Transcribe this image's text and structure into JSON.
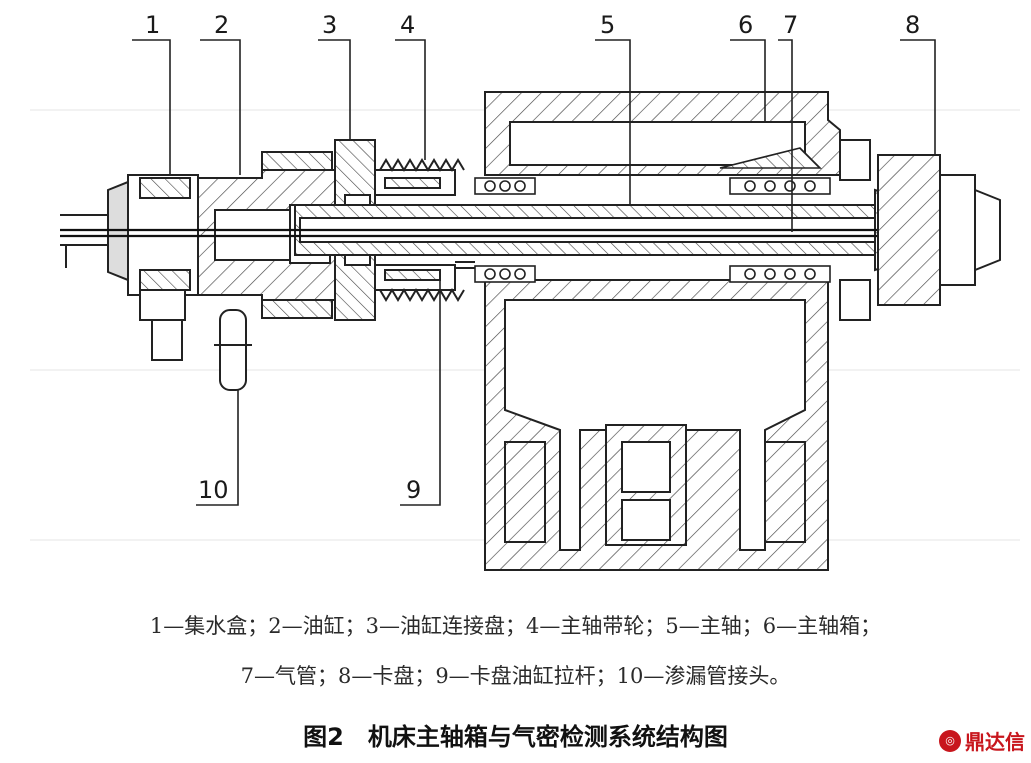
{
  "figure": {
    "callouts": [
      "1",
      "2",
      "3",
      "4",
      "5",
      "6",
      "7",
      "8",
      "9",
      "10"
    ],
    "legend_line_1": "1—集水盒；2—油缸；3—油缸连接盘；4—主轴带轮；5—主轴；6—主轴箱；",
    "legend_line_2": "7—气管；8—卡盘；9—卡盘油缸拉杆；10—渗漏管接头。",
    "caption": "图2　机床主轴箱与气密检测系统结构图"
  },
  "watermark": {
    "text": "鼎达信"
  }
}
